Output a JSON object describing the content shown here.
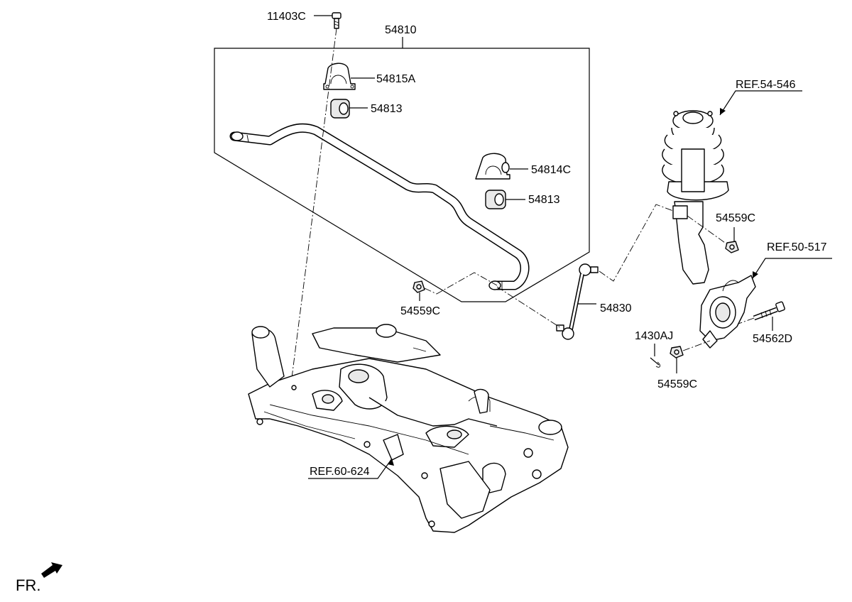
{
  "labels": {
    "p11403C": "11403C",
    "p54810": "54810",
    "p54815A": "54815A",
    "p54813a": "54813",
    "p54814C": "54814C",
    "p54813b": "54813",
    "p54559Ca": "54559C",
    "p54559Cb": "54559C",
    "p54559Cc": "54559C",
    "p54830": "54830",
    "p1430AJ": "1430AJ",
    "p54562D": "54562D"
  },
  "refs": {
    "r54546": "REF.54-546",
    "r50517": "REF.50-517",
    "r60624": "REF.60-624"
  },
  "front_indicator": "FR."
}
